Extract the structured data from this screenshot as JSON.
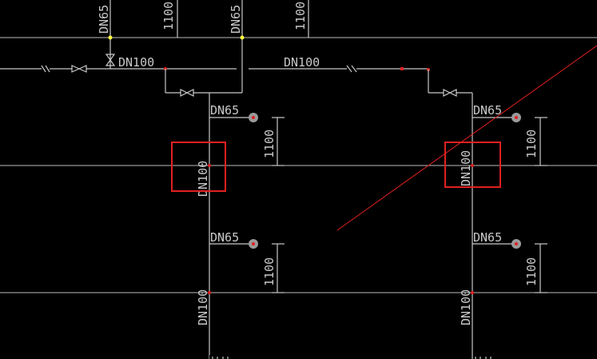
{
  "labels": {
    "dn65": "DN65",
    "dn100": "DN100",
    "dim1100": "1100"
  },
  "colors": {
    "background": "#000000",
    "line": "#c8c8c8",
    "highlight": "#e02020",
    "node": "#ffff40",
    "sprinkler": "#bdbdbd"
  }
}
